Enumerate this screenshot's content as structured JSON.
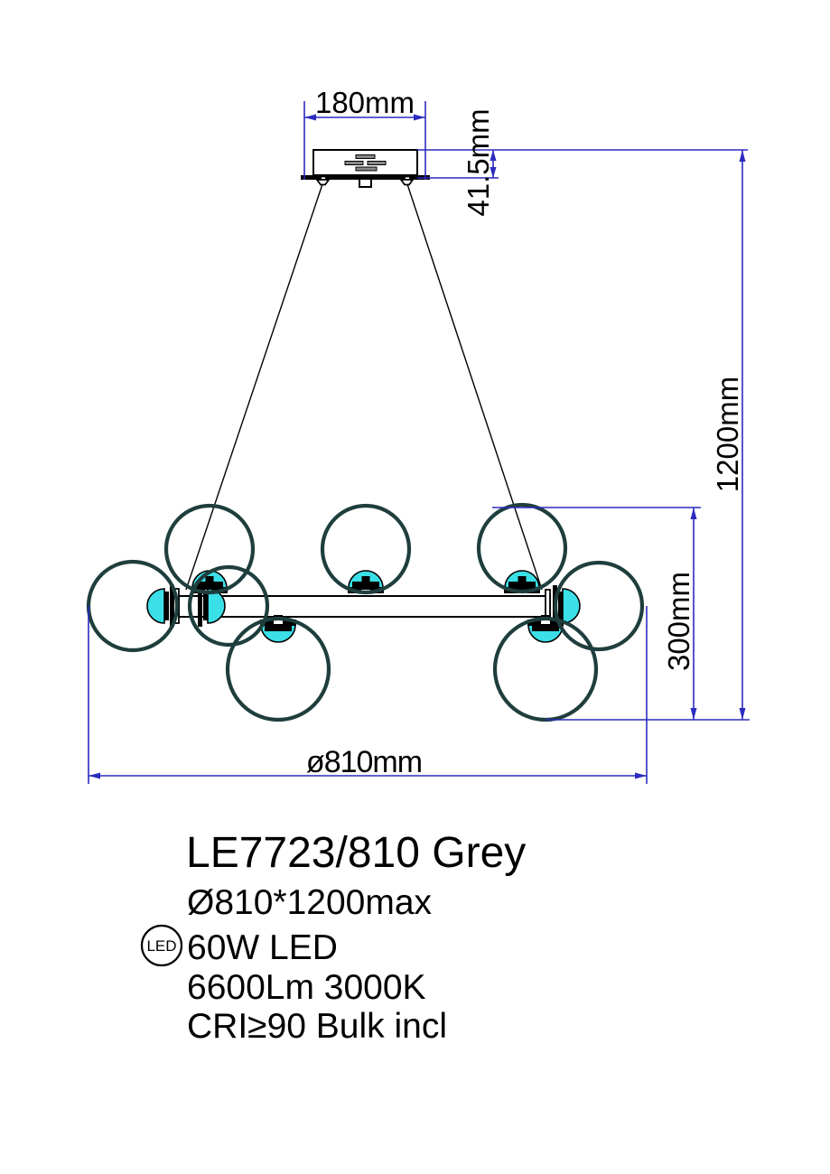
{
  "dimensions": {
    "canopy_width": "180mm",
    "canopy_height": "41.5mm",
    "drop_max": "1200mm",
    "body_height": "300mm",
    "diameter": "ø810mm"
  },
  "product": {
    "model": "LE7723/810 Grey",
    "size": "Ø810*1200max",
    "led_badge": "LED",
    "power": "60W LED",
    "luminous": "6600Lm 3000K",
    "cri": "CRI≥90 Bulk incl"
  },
  "colors": {
    "dim": "#2b2bbf",
    "glass": "#1f3e3e",
    "bulb": "#3bdfe8",
    "ink": "#000000",
    "paper": "#ffffff"
  }
}
